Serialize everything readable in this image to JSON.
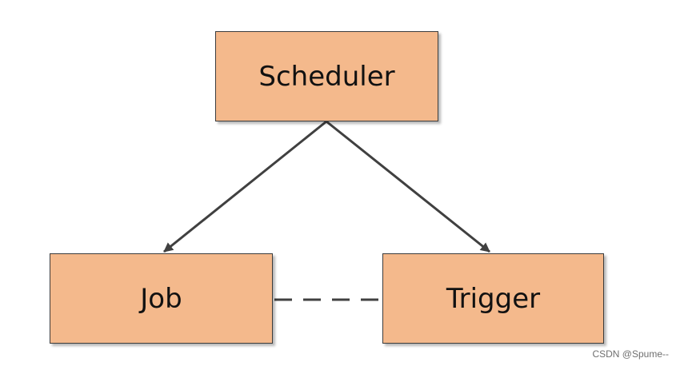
{
  "diagram": {
    "nodes": {
      "scheduler": "Scheduler",
      "job": "Job",
      "trigger": "Trigger"
    },
    "edges": [
      {
        "from": "Scheduler",
        "to": "Job",
        "style": "solid-arrow"
      },
      {
        "from": "Scheduler",
        "to": "Trigger",
        "style": "solid-arrow"
      },
      {
        "from": "Job",
        "to": "Trigger",
        "style": "dashed"
      }
    ],
    "colors": {
      "box_fill": "#f4b98c",
      "box_border": "#3c3c3c",
      "line": "#404040"
    }
  },
  "watermark": "CSDN @Spume--"
}
